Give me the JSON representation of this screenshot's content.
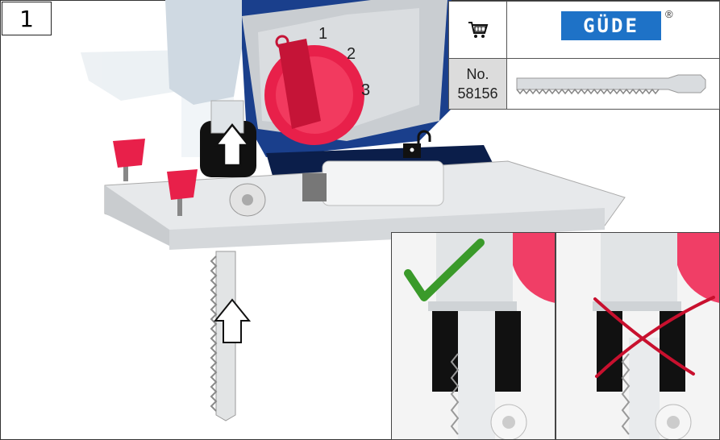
{
  "figure": {
    "number": "1"
  },
  "product_box": {
    "cart_icon": "shopping-cart-icon",
    "brand_logo_text": "GÜDE",
    "registered_mark": "®",
    "item_label": "No.",
    "item_number": "58156",
    "blade_image": "jigsaw-blade"
  },
  "illustration": {
    "dial_numbers": [
      "1",
      "2",
      "3"
    ],
    "lock_icon": "unlocked-padlock-icon",
    "arrow_icons": [
      "up-arrow-icon",
      "up-arrow-icon"
    ]
  },
  "insets": [
    {
      "id": "correct",
      "mark_icon": "check-mark-icon",
      "mark_color": "#3a9a2a"
    },
    {
      "id": "incorrect",
      "mark_icon": "cross-mark-icon",
      "mark_color": "#c8102e"
    }
  ],
  "colors": {
    "accent_red": "#e8204a",
    "tool_blue": "#1a3f8c",
    "logo_blue": "#1e72c7"
  }
}
